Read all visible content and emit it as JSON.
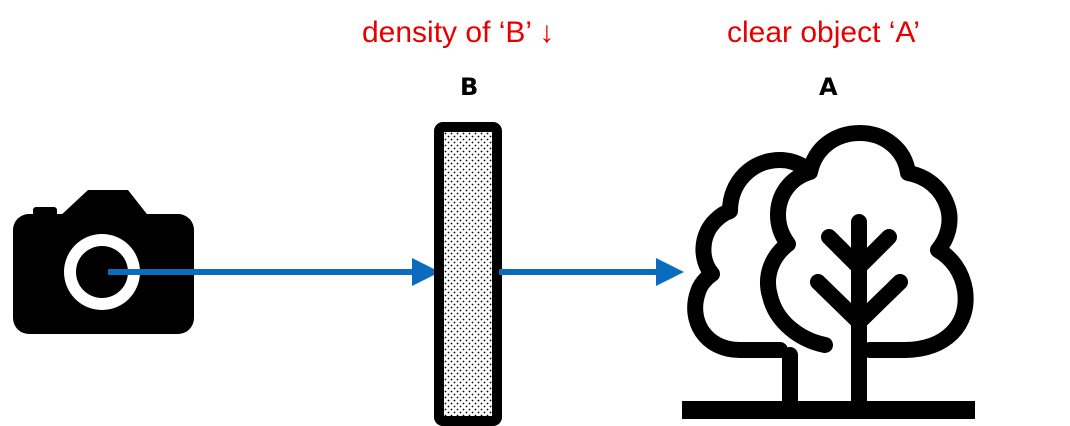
{
  "captions": {
    "filter": "density of ‘B’ ↓",
    "object": "clear object ‘A’"
  },
  "labels": {
    "filter": "B",
    "object": "A"
  },
  "icons": {
    "camera": "camera-icon",
    "filter": "filter-panel",
    "tree": "tree-icon"
  },
  "colors": {
    "caption": "#e60000",
    "arrow": "#0b6bbd",
    "ink": "#000000"
  }
}
